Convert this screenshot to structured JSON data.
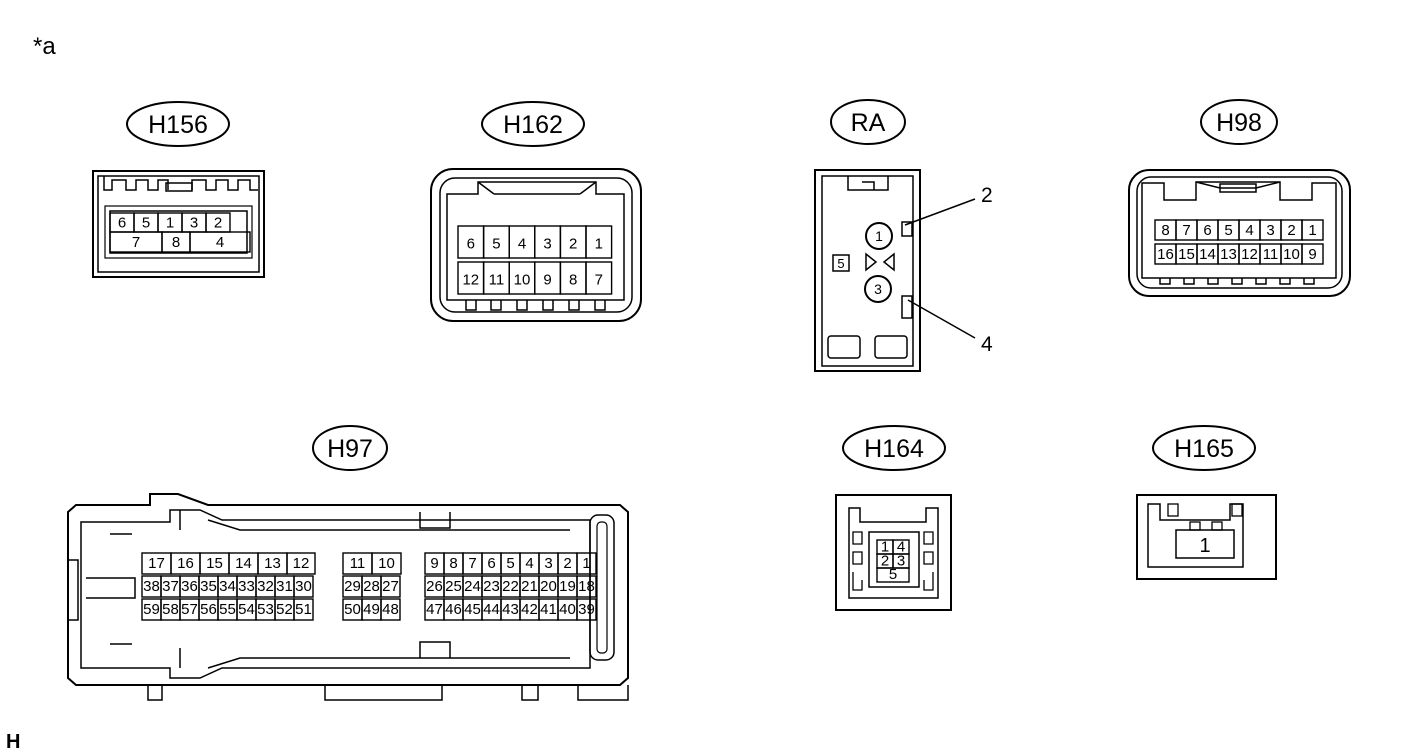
{
  "figure": {
    "corner_label": "*a",
    "footer_label": "H"
  },
  "connectors": {
    "h156": {
      "label": "H156",
      "row1": [
        "6",
        "5",
        "1",
        "3",
        "2"
      ],
      "row2": [
        "7",
        "8",
        "4"
      ]
    },
    "h162": {
      "label": "H162",
      "row1": [
        "6",
        "5",
        "4",
        "3",
        "2",
        "1"
      ],
      "row2": [
        "12",
        "11",
        "10",
        "9",
        "8",
        "7"
      ]
    },
    "ra": {
      "label": "RA",
      "pins": [
        "1",
        "3",
        "5"
      ],
      "callouts": [
        "2",
        "4"
      ]
    },
    "h98": {
      "label": "H98",
      "row1": [
        "8",
        "7",
        "6",
        "5",
        "4",
        "3",
        "2",
        "1"
      ],
      "row2": [
        "16",
        "15",
        "14",
        "13",
        "12",
        "11",
        "10",
        "9"
      ]
    },
    "h97": {
      "label": "H97",
      "left_row1": [
        "17",
        "16",
        "15",
        "14",
        "13",
        "12"
      ],
      "left_row2": [
        "38",
        "37",
        "36",
        "35",
        "34",
        "33",
        "32",
        "31",
        "30"
      ],
      "left_row3": [
        "59",
        "58",
        "57",
        "56",
        "55",
        "54",
        "53",
        "52",
        "51"
      ],
      "mid_row1": [
        "11",
        "10"
      ],
      "mid_row2": [
        "29",
        "28",
        "27"
      ],
      "mid_row3": [
        "50",
        "49",
        "48"
      ],
      "right_row1": [
        "9",
        "8",
        "7",
        "6",
        "5",
        "4",
        "3",
        "2",
        "1"
      ],
      "right_row2": [
        "26",
        "25",
        "24",
        "23",
        "22",
        "21",
        "20",
        "19",
        "18"
      ],
      "right_row3": [
        "47",
        "46",
        "45",
        "44",
        "43",
        "42",
        "41",
        "40",
        "39"
      ]
    },
    "h164": {
      "label": "H164",
      "pins": [
        "1",
        "4",
        "2",
        "3",
        "5"
      ]
    },
    "h165": {
      "label": "H165",
      "pins": [
        "1"
      ]
    }
  }
}
